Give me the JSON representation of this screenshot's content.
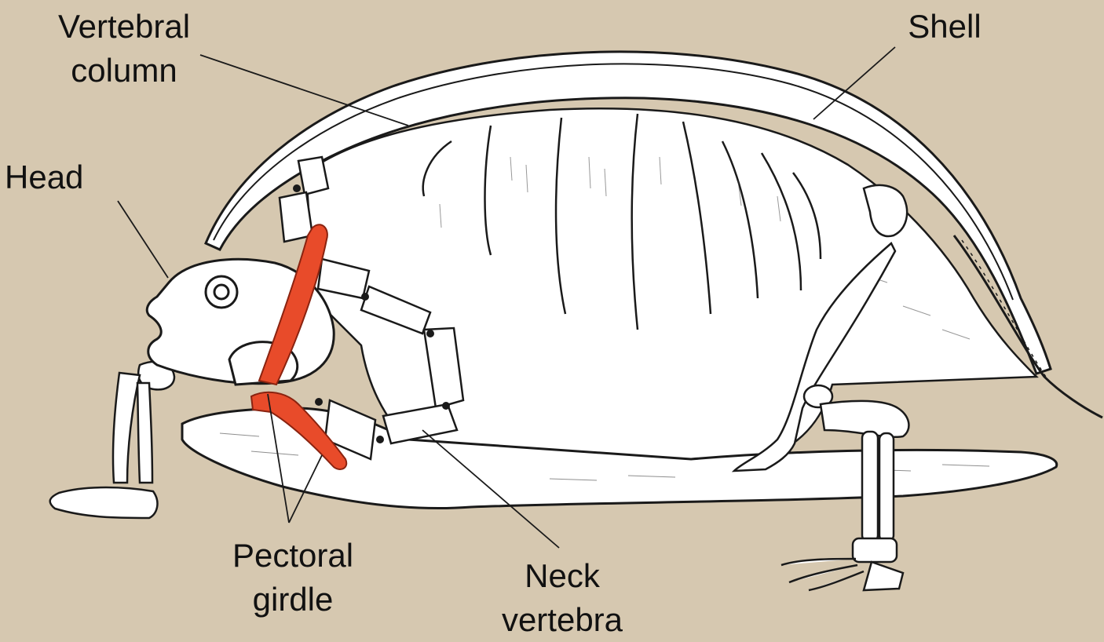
{
  "labels": {
    "vertebral_column": [
      "Vertebral",
      "column"
    ],
    "shell": "Shell",
    "head": "Head",
    "pectoral_girdle": [
      "Pectoral",
      "girdle"
    ],
    "neck_vertebra": [
      "Neck",
      "vertebra"
    ]
  },
  "colors": {
    "background": "#d6c8b0",
    "bone": "#ffffff",
    "outline": "#1a1a1a",
    "pectoral_girdle_highlight": "#e84b2a"
  }
}
